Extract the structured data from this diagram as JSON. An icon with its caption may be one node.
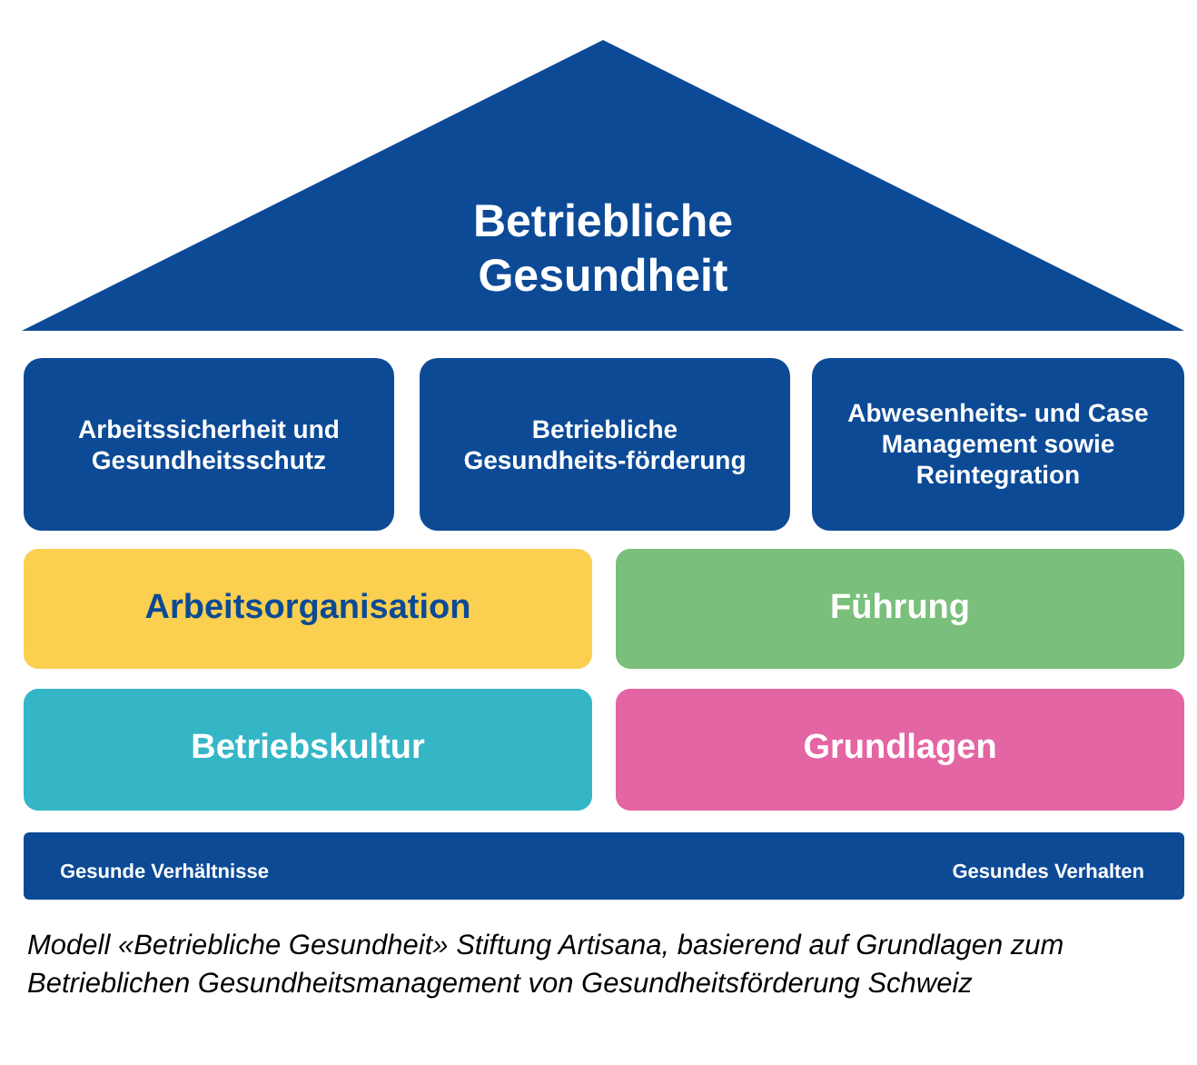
{
  "diagram": {
    "caption": "Modell «Betriebliche Gesundheit» Stiftung Artisana, basierend auf Grundlagen zum Betrieblichen Gesundheitsmanagement von Gesundheitsförderung Schweiz",
    "nodes": [
      {
        "text": [
          "Betriebliche Gesundheit"
        ]
      },
      {
        "text": [
          "Arbeitssicherheit und Gesundheitsschutz"
        ]
      },
      {
        "text": [
          "Betriebliche Gesundheits-förderung"
        ]
      },
      {
        "text": [
          "Abwesenheits- und Case Management sowie Reintegration"
        ]
      },
      {
        "text": [
          "Arbeitsorganisation"
        ]
      },
      {
        "text": [
          "Führung"
        ]
      },
      {
        "text": [
          "Betriebskultur"
        ]
      },
      {
        "text": [
          "Grundlagen"
        ]
      },
      {
        "text": [
          "Gesunde Verhältnisse",
          "Gesundes Verhalten"
        ]
      }
    ]
  }
}
